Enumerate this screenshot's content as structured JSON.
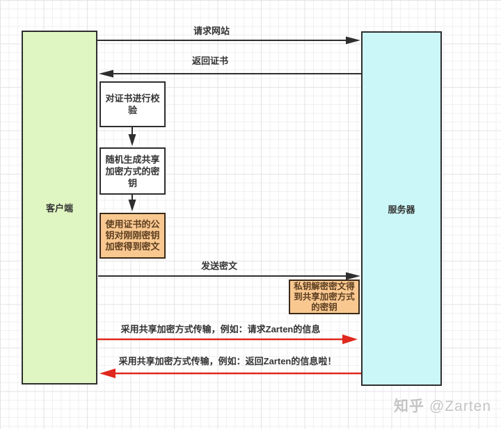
{
  "actors": {
    "client": "客户端",
    "server": "服务器"
  },
  "messages": [
    {
      "id": "request-site",
      "label": "请求网站",
      "direction": "client-to-server",
      "color": "black"
    },
    {
      "id": "return-cert",
      "label": "返回证书",
      "direction": "server-to-client",
      "color": "black"
    },
    {
      "id": "send-cipher",
      "label": "发送密文",
      "direction": "client-to-server",
      "color": "black"
    },
    {
      "id": "shared-request",
      "label": "采用共享加密方式传输，例如：请求Zarten的信息",
      "direction": "client-to-server",
      "color": "red"
    },
    {
      "id": "shared-response",
      "label": "采用共享加密方式传输，例如：返回Zarten的信息啦！",
      "direction": "server-to-client",
      "color": "red"
    }
  ],
  "steps": [
    {
      "id": "verify-cert",
      "label": "对证书进行校验",
      "style": "plain"
    },
    {
      "id": "generate-key",
      "label": "随机生成共享加密方式的密钥",
      "style": "plain"
    },
    {
      "id": "encrypt-key",
      "label": "使用证书的公钥对刚刚密钥加密得到密文",
      "style": "highlight"
    },
    {
      "id": "decrypt-key",
      "label": "私钥解密密文得到共享加密方式的密钥",
      "style": "highlight"
    }
  ],
  "watermark": {
    "brand": "知乎",
    "handle": "@Zarten"
  },
  "colors": {
    "client_fill": "#E0F6C2",
    "server_fill": "#CCF7F8",
    "highlight_fill": "#F9C890",
    "box_border": "#2E2E2E",
    "arrow_black": "#2E2E2E",
    "arrow_red": "#E0281E",
    "text": "#333333",
    "watermark_gray": "#7D7D7D"
  }
}
